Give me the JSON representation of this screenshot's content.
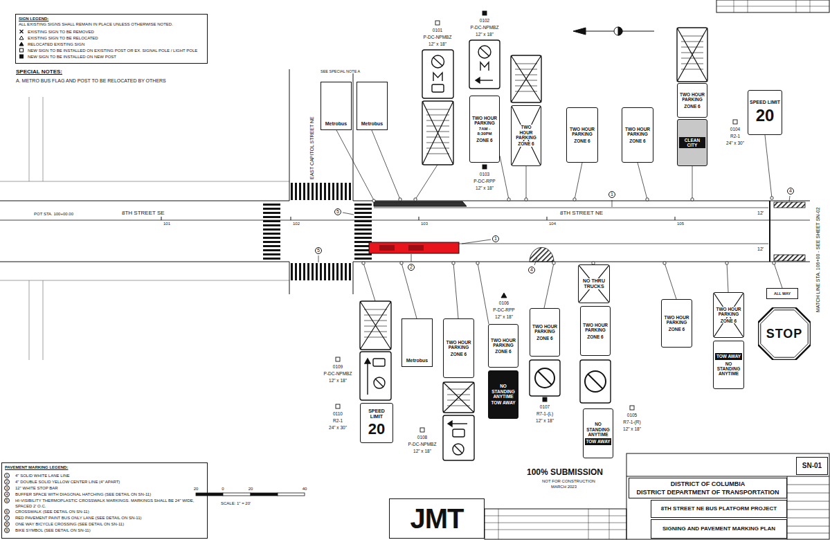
{
  "diagram": {
    "nodes": [
      {
        "text": [
          "SIGN LEGEND:",
          "ALL EXISTING SIGNS SHALL REMAIN IN PLACE UNLESS OTHERWISE NOTED."
        ]
      },
      {
        "text": [
          "PAVEMENT MARKING LEGEND:"
        ]
      },
      {
        "text": [
          "Metrobus"
        ]
      },
      {
        "text": [
          "Metrobus"
        ]
      },
      {
        "text": [
          "TWO HOUR PARKING",
          "7AM - 8:30PM",
          "ZONE 6"
        ]
      },
      {
        "text": [
          "TWO HOUR PARKING",
          "ZONE 6"
        ]
      },
      {
        "text": [
          "TWO HOUR PARKING",
          "ZONE 6"
        ]
      },
      {
        "text": [
          "TWO HOUR PARKING",
          "ZONE 6"
        ]
      },
      {
        "text": [
          "TWO HOUR PARKING",
          "ZONE 6"
        ]
      },
      {
        "text": [
          "CLEAN CITY"
        ]
      },
      {
        "text": [
          "SPEED LIMIT",
          "20"
        ]
      },
      {
        "text": [
          "Metrobus"
        ]
      },
      {
        "text": [
          "TWO HOUR PARKING",
          "ZONE 6"
        ]
      },
      {
        "text": [
          "TWO HOUR PARKING",
          "ZONE 6"
        ]
      },
      {
        "text": [
          "NO STANDING ANYTIME",
          "TOW AWAY"
        ]
      },
      {
        "text": [
          "TWO HOUR PARKING",
          "ZONE 6"
        ]
      },
      {
        "text": [
          "NO THRU TRUCKS"
        ]
      },
      {
        "text": [
          "TWO HOUR PARKING",
          "ZONE 6"
        ]
      },
      {
        "text": [
          "NO STANDING ANYTIME",
          "TOW AWAY"
        ]
      },
      {
        "text": [
          "TWO HOUR PARKING",
          "ZONE 6"
        ]
      },
      {
        "text": [
          "TWO HOUR PARKING",
          "ZONE 6"
        ]
      },
      {
        "text": [
          "TOW AWAY",
          "NO STANDING ANYTIME"
        ]
      },
      {
        "text": [
          "STOP"
        ]
      },
      {
        "text": [
          "ALL WAY"
        ]
      },
      {
        "text": [
          "SPEED LIMIT",
          "20"
        ]
      },
      {
        "text": [
          "DISTRICT OF COLUMBIA",
          "DISTRICT DEPARTMENT OF TRANSPORTATION"
        ]
      },
      {
        "text": [
          "8TH STREET NE BUS PLATFORM PROJECT"
        ]
      },
      {
        "text": [
          "SIGNING AND PAVEMENT MARKING PLAN"
        ]
      },
      {
        "text": [
          "SN-01"
        ]
      },
      {
        "text": [
          "JMT"
        ]
      }
    ],
    "labels": [
      "SPECIAL NOTES:",
      "A. METRO BUS FLAG AND POST TO BE RELOCATED BY OTHERS",
      "SEE SPECIAL NOTE A",
      "0101",
      "P-DC-NPMBZ",
      "12\" x 18\"",
      "0102",
      "P-DC-NPMBZ",
      "12\" x 18\"",
      "0103",
      "P-DC-RPP",
      "12\" x 18\"",
      "0104",
      "R2-1",
      "24\" x 30\"",
      "0105",
      "R7-1-(R)",
      "12\" x 18\"",
      "0106",
      "P-DC-RPP",
      "12\" x 18\"",
      "0107",
      "R7-1-(L)",
      "12\" x 18\"",
      "0108",
      "P-DC-NPMBZ",
      "12\" x 18\"",
      "0109",
      "P-DC-NPMBZ",
      "12\" x 18\"",
      "0110",
      "R2-1",
      "24\" x 30\"",
      "EAST CAPITOL STREET NE",
      "8TH STREET SE",
      "8TH STREET NE",
      "POT STA. 100+00.00",
      "MATCH LINE STA. 106+00 - SEE SHEET SN-02",
      "101",
      "102",
      "103",
      "104",
      "105",
      "5",
      "5",
      "1",
      "1",
      "2",
      "4",
      "4",
      "1",
      "2",
      "3",
      "4",
      "5",
      "6",
      "7",
      "8",
      "9",
      "100% SUBMISSION",
      "NOT FOR CONSTRUCTION",
      "MARCH 2023",
      "SCALE: 1\" = 20'",
      "20",
      "0",
      "20",
      "40",
      "12'",
      "12'"
    ],
    "legend": [
      {
        "text": "EXISTING SIGN TO BE REMOVED"
      },
      {
        "text": "EXISTING SIGN TO BE RELOCATED"
      },
      {
        "text": "RELOCATED EXISTING SIGN"
      },
      {
        "text": "NEW SIGN TO BE INSTALLED ON EXISTING POST OR EX. SIGNAL POLE / LIGHT POLE"
      },
      {
        "text": "NEW SIGN TO BE INSTALLED ON NEW POST"
      },
      {
        "text": "4\" SOLID WHITE LANE LINE"
      },
      {
        "text": "4\" DOUBLE SOLID YELLOW CENTER LINE (4\" APART)"
      },
      {
        "text": "12\" WHITE STOP BAR"
      },
      {
        "text": "BUFFER SPACE WITH DIAGONAL HATCHING (SEE DETAIL ON SN-11)"
      },
      {
        "text": "HI-VISIBILITY THERMOPLASTIC CROSSWALK MARKINGS. MARKINGS SHALL BE 24\" WIDE, SPACED 2' O.C."
      },
      {
        "text": "CROSSWALK (SEE DETAIL ON SN-11)"
      },
      {
        "text": "RED PAVEMENT PAINT BUS ONLY LANE (SEE DETAIL ON SN-11)"
      },
      {
        "text": "ONE WAY BICYCLE CROSSING (SEE DETAIL ON SN-11)"
      },
      {
        "text": "BIKE SYMBOL (SEE DETAIL ON SN-11)"
      }
    ]
  }
}
